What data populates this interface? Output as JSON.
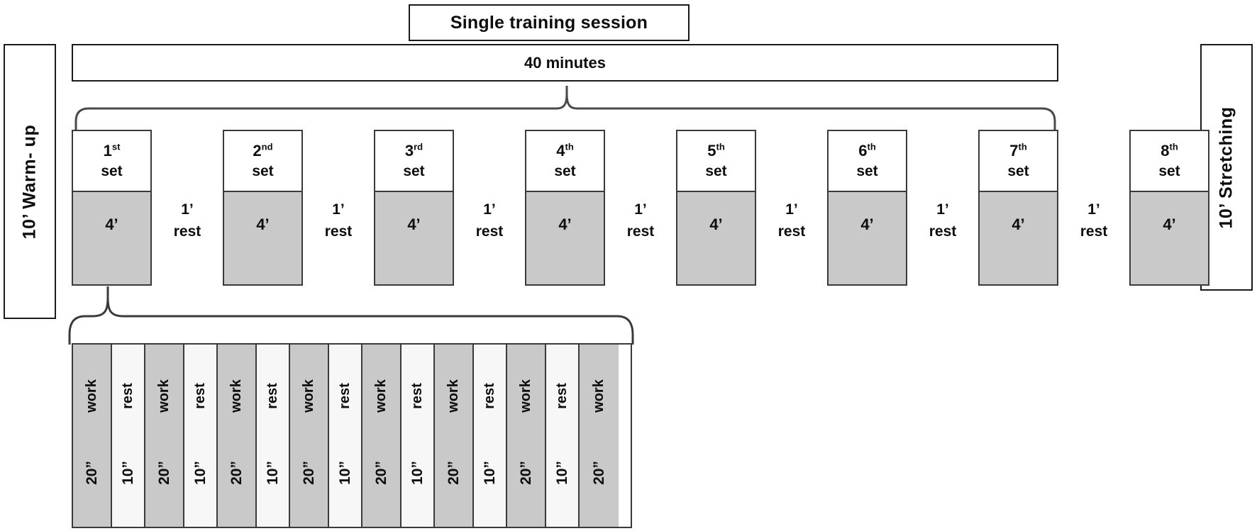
{
  "diagram": {
    "title": "Single training session",
    "duration": "40 minutes",
    "warmup": "10’ Warm- up",
    "stretching": "10’  Stretching"
  },
  "sets": [
    {
      "ordinal_number": "1",
      "ordinal_suffix": "st",
      "word": "set",
      "duration": "4’"
    },
    {
      "ordinal_number": "2",
      "ordinal_suffix": "nd",
      "word": "set",
      "duration": "4’"
    },
    {
      "ordinal_number": "3",
      "ordinal_suffix": "rd",
      "word": "set",
      "duration": "4’"
    },
    {
      "ordinal_number": "4",
      "ordinal_suffix": "th",
      "word": "set",
      "duration": "4’"
    },
    {
      "ordinal_number": "5",
      "ordinal_suffix": "th",
      "word": "set",
      "duration": "4’"
    },
    {
      "ordinal_number": "6",
      "ordinal_suffix": "th",
      "word": "set",
      "duration": "4’"
    },
    {
      "ordinal_number": "7",
      "ordinal_suffix": "th",
      "word": "set",
      "duration": "4’"
    },
    {
      "ordinal_number": "8",
      "ordinal_suffix": "th",
      "word": "set",
      "duration": "4’"
    }
  ],
  "set_rests": [
    {
      "duration": "1’",
      "word": "rest"
    },
    {
      "duration": "1’",
      "word": "rest"
    },
    {
      "duration": "1’",
      "word": "rest"
    },
    {
      "duration": "1’",
      "word": "rest"
    },
    {
      "duration": "1’",
      "word": "rest"
    },
    {
      "duration": "1’",
      "word": "rest"
    },
    {
      "duration": "1’",
      "word": "rest"
    }
  ],
  "intervals": [
    {
      "type": "work",
      "label": "work",
      "duration": "20”"
    },
    {
      "type": "rest",
      "label": "rest",
      "duration": "10”"
    },
    {
      "type": "work",
      "label": "work",
      "duration": "20”"
    },
    {
      "type": "rest",
      "label": "rest",
      "duration": "10”"
    },
    {
      "type": "work",
      "label": "work",
      "duration": "20”"
    },
    {
      "type": "rest",
      "label": "rest",
      "duration": "10”"
    },
    {
      "type": "work",
      "label": "work",
      "duration": "20”"
    },
    {
      "type": "rest",
      "label": "rest",
      "duration": "10”"
    },
    {
      "type": "work",
      "label": "work",
      "duration": "20”"
    },
    {
      "type": "rest",
      "label": "rest",
      "duration": "10”"
    },
    {
      "type": "work",
      "label": "work",
      "duration": "20”"
    },
    {
      "type": "rest",
      "label": "rest",
      "duration": "10”"
    },
    {
      "type": "work",
      "label": "work",
      "duration": "20”"
    },
    {
      "type": "rest",
      "label": "rest",
      "duration": "10”"
    },
    {
      "type": "work",
      "label": "work",
      "duration": "20”"
    }
  ],
  "colors": {
    "work_fill": "#c9c9c9",
    "rest_fill": "#f7f7f7",
    "stroke": "#262626",
    "text": "#0d0d0d",
    "background": "#ffffff"
  }
}
